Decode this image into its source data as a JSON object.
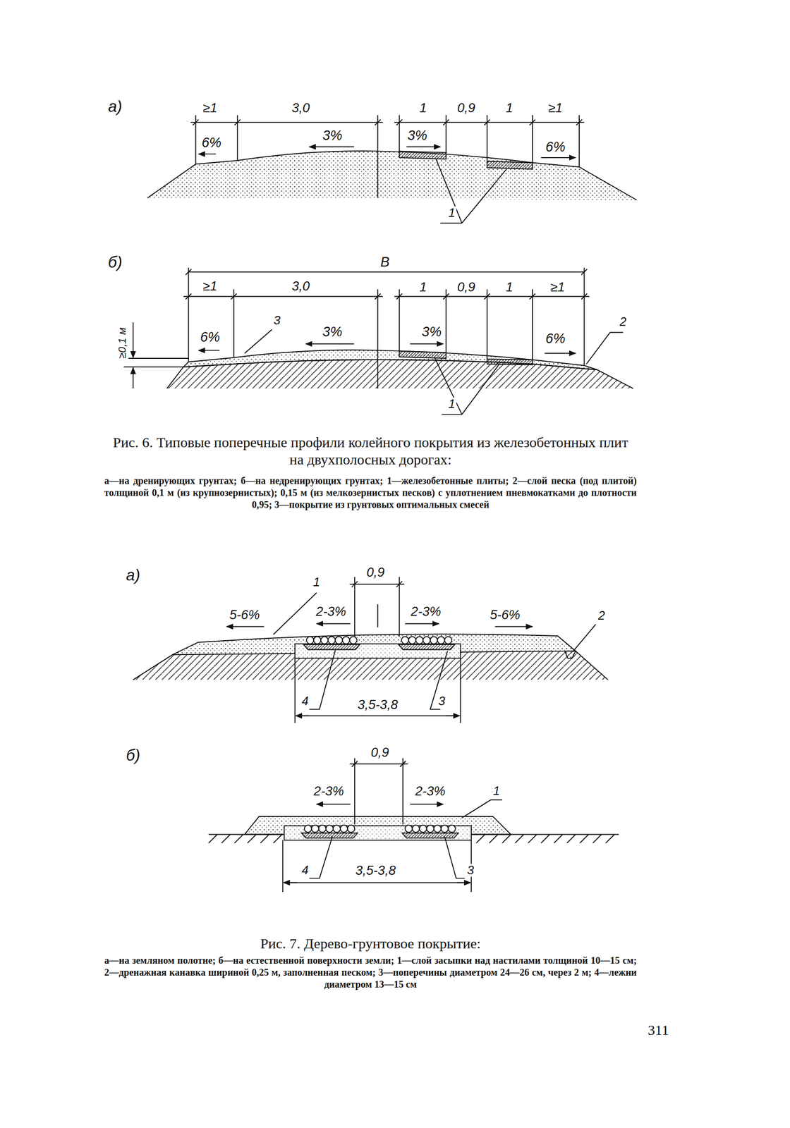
{
  "diagram": {
    "labels": [
      "а)",
      "≥1",
      "3,0",
      "1",
      "0,9",
      "1",
      "≥1",
      "6%",
      "3%",
      "3%",
      "6%",
      "1",
      "б)",
      "В",
      "≥1",
      "3,0",
      "1",
      "0,9",
      "1",
      "≥1",
      "6%",
      "3",
      "3%",
      "3%",
      "6%",
      "2",
      "≥0,1 м",
      "1",
      "Рис. 6. Типовые поперечные профили колейного покрытия из железобетонных плит на двухполосных дорогах:",
      "а—на дренирующих грунтах; б—на недренирующих грунтах; 1—железобетонные плиты; 2—слой песка (под плитой) толщиной 0,1 м (из крупнозернистых); 0,15 м (из мелкозернистых песков) с уплотнением пневмокатками до плотности 0,95; 3—покрытие из грунтовых оптимальных смесей",
      "а)",
      "0,9",
      "1",
      "5-6%",
      "2-3%",
      "2-3%",
      "5-6%",
      "2",
      "4",
      "3,5-3,8",
      "3",
      "б)",
      "0,9",
      "2-3%",
      "2-3%",
      "1",
      "4",
      "3,5-3,8",
      "3",
      "Рис. 7. Дерево-грунтовое покрытие:",
      "а—на земляном полотне; б—на естественной поверхности земли; 1—слой засыпки над настилами толщиной 10—15 см; 2—дренажная канавка шириной 0,25 м, заполненная песком; 3—поперечины диаметром 24—26 см, через 2 м; 4—лежни диаметром 13—15 см",
      "311"
    ]
  }
}
